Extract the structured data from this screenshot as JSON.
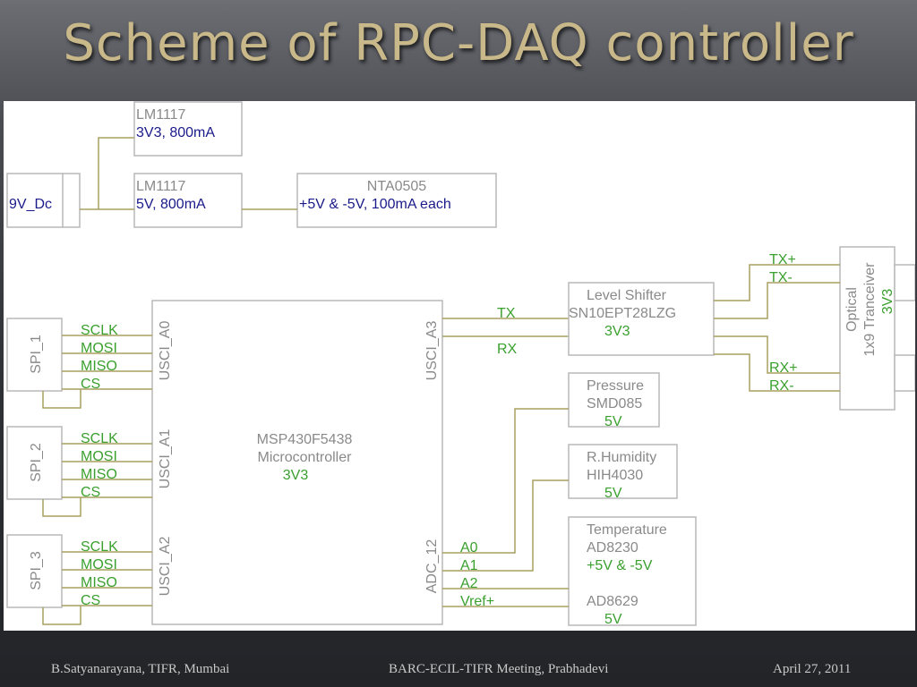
{
  "title": "Scheme of RPC-DAQ controller",
  "power": {
    "dc": "9V_Dc",
    "reg1_name": "LM1117",
    "reg1_spec": "3V3, 800mA",
    "reg2_name": "LM1117",
    "reg2_spec": "5V, 800mA",
    "nta_name": "NTA0505",
    "nta_spec": "+5V & -5V, 100mA each"
  },
  "spi": [
    {
      "label": "SPI_1",
      "pins": [
        "SCLK",
        "MOSI",
        "MISO",
        "CS"
      ],
      "port": "USCI_A0"
    },
    {
      "label": "SPI_2",
      "pins": [
        "SCLK",
        "MOSI",
        "MISO",
        "CS"
      ],
      "port": "USCI_A1"
    },
    {
      "label": "SPI_3",
      "pins": [
        "SCLK",
        "MOSI",
        "MISO",
        "CS"
      ],
      "port": "USCI_A2"
    }
  ],
  "mcu": {
    "name": "MSP430F5438",
    "desc": "Microcontroller",
    "voltage": "3V3",
    "port_a3": "USCI_A3",
    "port_adc": "ADC_12"
  },
  "uart": {
    "tx": "TX",
    "rx": "RX"
  },
  "level_shifter": {
    "name": "Level Shifter",
    "part": "SN10EPT28LZG",
    "voltage": "3V3"
  },
  "optical": {
    "line1": "Optical",
    "line2": "1x9 Tranceiver",
    "voltage": "3V3",
    "pins": [
      "TX+",
      "TX-",
      "RX+",
      "RX-"
    ]
  },
  "adc_pins": [
    "A0",
    "A1",
    "A2",
    "Vref+"
  ],
  "pressure": {
    "name": "Pressure",
    "part": "SMD085",
    "voltage": "5V"
  },
  "humidity": {
    "name": "R.Humidity",
    "part": "HIH4030",
    "voltage": "5V"
  },
  "temperature": {
    "name": "Temperature",
    "part": "AD8230",
    "supply": "+5V & -5V",
    "ref": "AD8629",
    "voltage": "5V"
  },
  "footer": {
    "left": "B.Satyanarayana, TIFR, Mumbai",
    "center": "BARC-ECIL-TIFR Meeting, Prabhadevi",
    "right": "April 27, 2011"
  }
}
